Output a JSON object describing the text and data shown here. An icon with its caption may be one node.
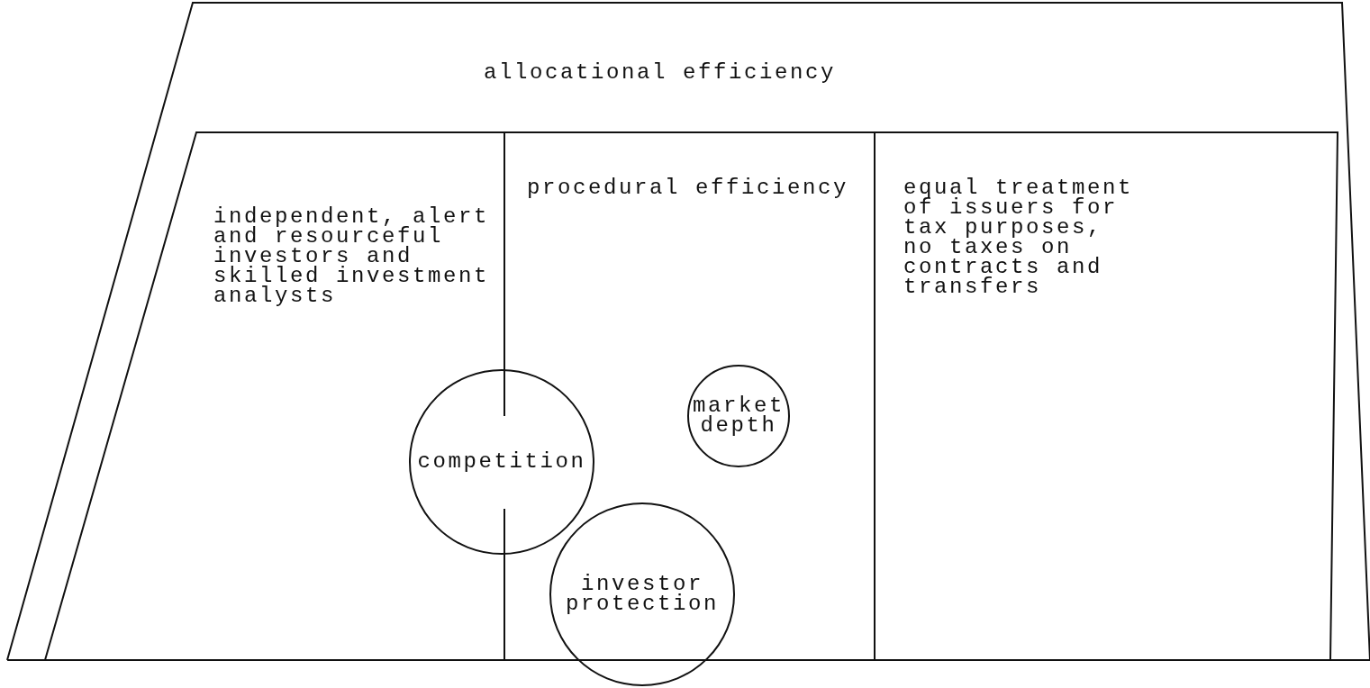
{
  "diagram": {
    "nodes": [
      {
        "text": [
          "allocational efficiency"
        ]
      },
      {
        "text": [
          "independent, alert and resourceful investors and skilled investment analysts"
        ],
        "in": 0
      },
      {
        "text": [
          "procedural efficiency"
        ],
        "in": 0
      },
      {
        "text": [
          "equal treatment of issuers for tax purposes, no taxes on contracts and transfers"
        ],
        "in": 0
      },
      {
        "text": [
          "competition"
        ],
        "in": 0
      },
      {
        "text": [
          "market depth"
        ],
        "in": 2
      },
      {
        "text": [
          "investor protection"
        ]
      }
    ],
    "edges": []
  }
}
